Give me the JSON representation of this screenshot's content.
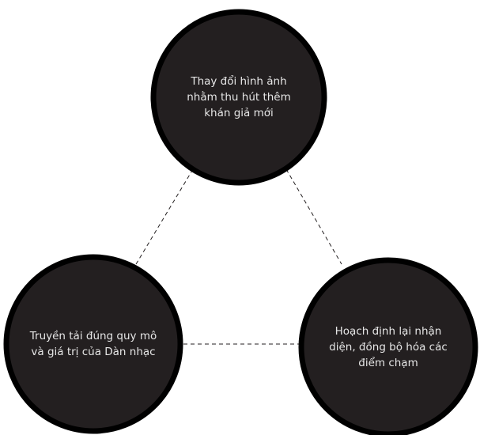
{
  "colors": {
    "node_fill": "#231f20",
    "node_border": "#000000",
    "label_text": "#e6e6e6",
    "connector": "#231f20",
    "background": "#ffffff"
  },
  "nodes": {
    "top": {
      "label": "Thay đổi hình ảnh\nnhằm thu hút thêm\nkhán giả mới"
    },
    "left": {
      "label": "Truyền tải đúng quy mô\nvà giá trị của Dàn nhạc"
    },
    "right": {
      "label": "Hoạch định lại nhận\ndiện, đồng bộ hóa các\nđiểm chạm"
    }
  }
}
